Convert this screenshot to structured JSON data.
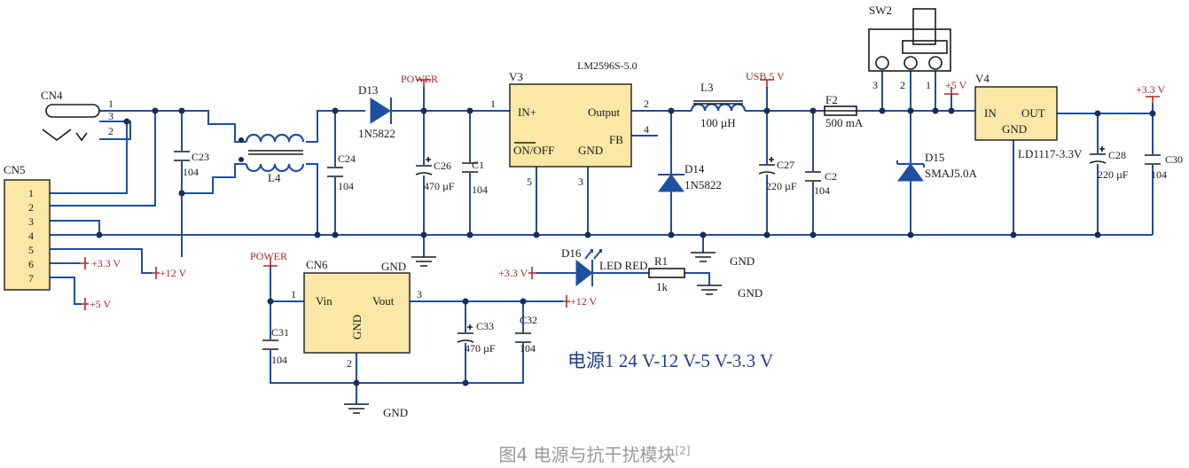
{
  "title": "电源1 24 V-12 V-5 V-3.3 V",
  "caption": {
    "text": "图4 电源与抗干扰模块",
    "ref": "[2]"
  },
  "components": {
    "cn4": {
      "ref": "CN4",
      "pins": [
        "1",
        "3",
        "2"
      ]
    },
    "cn5": {
      "ref": "CN5",
      "pins": [
        "1",
        "2",
        "3",
        "4",
        "5",
        "6",
        "7"
      ]
    },
    "c23": {
      "ref": "C23",
      "value": "104"
    },
    "l4": {
      "ref": "L4"
    },
    "c24": {
      "ref": "C24",
      "value": "104"
    },
    "d13": {
      "ref": "D13",
      "value": "1N5822"
    },
    "c26": {
      "ref": "C26",
      "value": "470 µF"
    },
    "c1": {
      "ref": "C1",
      "value": "104"
    },
    "v3": {
      "ref": "V3",
      "part": "LM2596S-5.0",
      "in": "IN+",
      "out": "Output",
      "onoff": "ON/OFF",
      "gnd": "GND",
      "fb": "FB",
      "pins": [
        "1",
        "2",
        "4",
        "5",
        "3"
      ]
    },
    "l3": {
      "ref": "L3",
      "value": "100 µH"
    },
    "d14": {
      "ref": "D14",
      "value": "1N5822"
    },
    "c27": {
      "ref": "C27",
      "value": "220 µF"
    },
    "c2": {
      "ref": "C2",
      "value": "104"
    },
    "f2": {
      "ref": "F2",
      "value": "500 mA"
    },
    "sw2": {
      "ref": "SW2",
      "pins": [
        "3",
        "2",
        "1"
      ]
    },
    "d15": {
      "ref": "D15",
      "value": "SMAJ5.0A"
    },
    "v4": {
      "ref": "V4",
      "part": "LD1117-3.3V",
      "in": "IN",
      "out": "OUT",
      "gnd": "GND"
    },
    "c28": {
      "ref": "C28",
      "value": "220 µF"
    },
    "c30": {
      "ref": "C30",
      "value": "104"
    },
    "cn6": {
      "ref": "CN6",
      "vin": "Vin",
      "vout": "Vout",
      "gnd": "GND",
      "pins": [
        "1",
        "3",
        "2"
      ]
    },
    "c31": {
      "ref": "C31",
      "value": "104"
    },
    "c33": {
      "ref": "C33",
      "value": "470 µF"
    },
    "c32": {
      "ref": "C32",
      "value": "104"
    },
    "d16": {
      "ref": "D16",
      "value": "LED RED"
    },
    "r1": {
      "ref": "R1",
      "value": "1k"
    }
  },
  "nets": {
    "power": "POWER",
    "usb5v": "USB 5 V",
    "p5v": "+5 V",
    "p33v": "+3.3 V",
    "p12v": "+12 V",
    "gnd": "GND"
  }
}
